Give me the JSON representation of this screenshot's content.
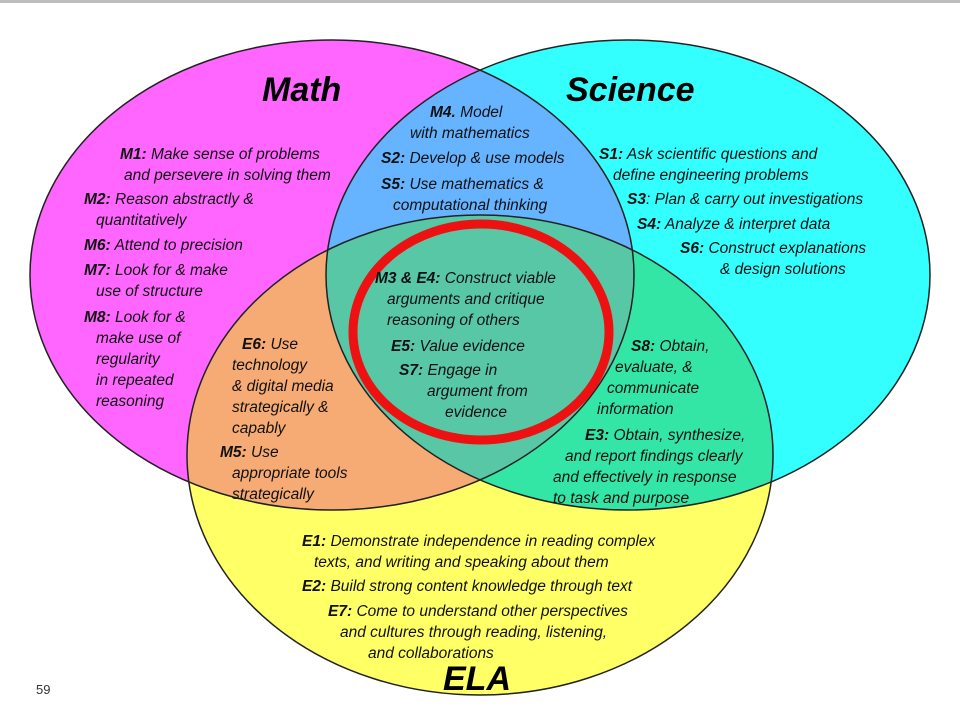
{
  "titles": {
    "math": "Math",
    "science": "Science",
    "ela": "ELA"
  },
  "colors": {
    "math": "#ff66ff",
    "science": "#33ffff",
    "ela": "#ffff66",
    "math_ela_overlap": "#f6ab74",
    "math_science_overlap": "#66b3ff",
    "science_ela_overlap": "#33e6a6",
    "center_overlap": "#57c7a6",
    "highlight_ring": "#ee1111",
    "outline": "#222222"
  },
  "math": {
    "m1": {
      "code": "M1:",
      "line1": "Make sense of problems",
      "line2": "and persevere in solving them"
    },
    "m2": {
      "code": "M2:",
      "line1": "Reason abstractly &",
      "line2": "quantitatively"
    },
    "m6": {
      "code": "M6:",
      "text": "Attend to precision"
    },
    "m7": {
      "code": "M7:",
      "line1": "Look for & make",
      "line2": "use of structure"
    },
    "m8": {
      "code": "M8:",
      "line1": "Look for &",
      "lines": [
        "make use of",
        "regularity",
        "in repeated",
        "reasoning"
      ]
    }
  },
  "math_science": {
    "m4": {
      "code": "M4.",
      "line1": "Model",
      "line2": "with mathematics"
    },
    "s2": {
      "code": "S2:",
      "text": "Develop & use models"
    },
    "s5": {
      "code": "S5:",
      "line1": "Use mathematics &",
      "line2": "computational thinking"
    }
  },
  "science": {
    "s1": {
      "code": "S1:",
      "line1": "Ask scientific questions and",
      "line2": "define engineering problems"
    },
    "s3": {
      "code": "S3",
      "text": ": Plan & carry out investigations"
    },
    "s4": {
      "code": "S4:",
      "text": "Analyze & interpret data"
    },
    "s6": {
      "code": "S6:",
      "line1": "Construct explanations",
      "line2": "& design solutions"
    }
  },
  "math_ela": {
    "e6": {
      "code": "E6:",
      "line1": "Use",
      "lines": [
        "technology",
        "& digital media",
        "strategically &",
        "capably"
      ]
    },
    "m5": {
      "code": "M5:",
      "line1": "Use",
      "lines": [
        "appropriate tools",
        "strategically"
      ]
    }
  },
  "center": {
    "m3e4": {
      "code": "M3 & E4:",
      "line1": "Construct viable",
      "line2": "arguments and critique",
      "line3": "reasoning of others"
    },
    "e5": {
      "code": "E5:",
      "text": "Value evidence"
    },
    "s7": {
      "code": "S7:",
      "line1": "Engage in",
      "line2": "argument from",
      "line3": "evidence"
    }
  },
  "science_ela": {
    "s8": {
      "code": "S8:",
      "line1": "Obtain,",
      "lines": [
        "evaluate, &",
        "communicate",
        "information"
      ]
    },
    "e3": {
      "code": "E3:",
      "line1": "Obtain, synthesize,",
      "lines": [
        "and report findings clearly",
        "and effectively in response",
        "to task and purpose"
      ]
    }
  },
  "ela": {
    "e1": {
      "code": "E1:",
      "line1": "Demonstrate independence in reading complex",
      "line2": "texts, and writing and speaking about them"
    },
    "e2": {
      "code": "E2:",
      "text": "Build strong content knowledge through text"
    },
    "e7": {
      "code": "E7:",
      "line1": "Come to understand other perspectives",
      "lines": [
        "and cultures through reading, listening,",
        "and collaborations"
      ]
    }
  },
  "slide_number": "59"
}
